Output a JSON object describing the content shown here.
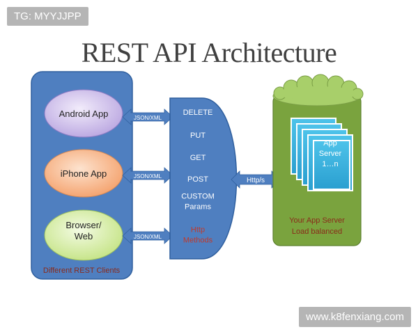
{
  "watermarks": {
    "top": "TG: MYYJJPP",
    "bottom": "www.k8fenxiang.com"
  },
  "title": "REST API Architecture",
  "clients": {
    "label": "Different REST Clients",
    "items": [
      "Android App",
      "iPhone App",
      "Browser/\nWeb"
    ]
  },
  "connector_label": "JSON/XML",
  "methods": {
    "items": [
      "DELETE",
      "PUT",
      "GET",
      "POST",
      "CUSTOM\nParams"
    ],
    "highlight": "Http\nMethods"
  },
  "transport_label": "Http/s",
  "server": {
    "stack_label": "App\nServer\n1…n",
    "caption": "Your App Server\nLoad balanced"
  },
  "colors": {
    "blue": "#4f7fc0",
    "blue_dark": "#2f5f9e",
    "green": "#7aa33e",
    "green_light": "#a8cf6a",
    "purple": "#c6b6e6",
    "orange": "#f7b486",
    "lime": "#d2eb9c",
    "cyan": "#36b3e0",
    "red_text": "#c0392b",
    "caption_text": "#8a2a1a"
  }
}
